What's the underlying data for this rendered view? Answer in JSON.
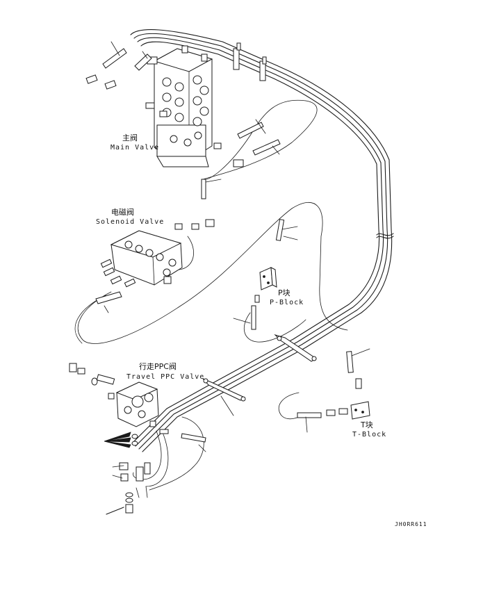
{
  "labels": {
    "main_valve_cn": "主阀",
    "main_valve_en": "Main Valve",
    "solenoid_valve_cn": "电磁阀",
    "solenoid_valve_en": "Solenoid Valve",
    "p_block_cn": "P块",
    "p_block_en": "P-Block",
    "travel_ppc_valve_cn": "行走PPC阀",
    "travel_ppc_valve_en": "Travel PPC Valve",
    "t_block_cn": "T块",
    "t_block_en": "T-Block"
  },
  "drawing_code": "JH0RR611"
}
